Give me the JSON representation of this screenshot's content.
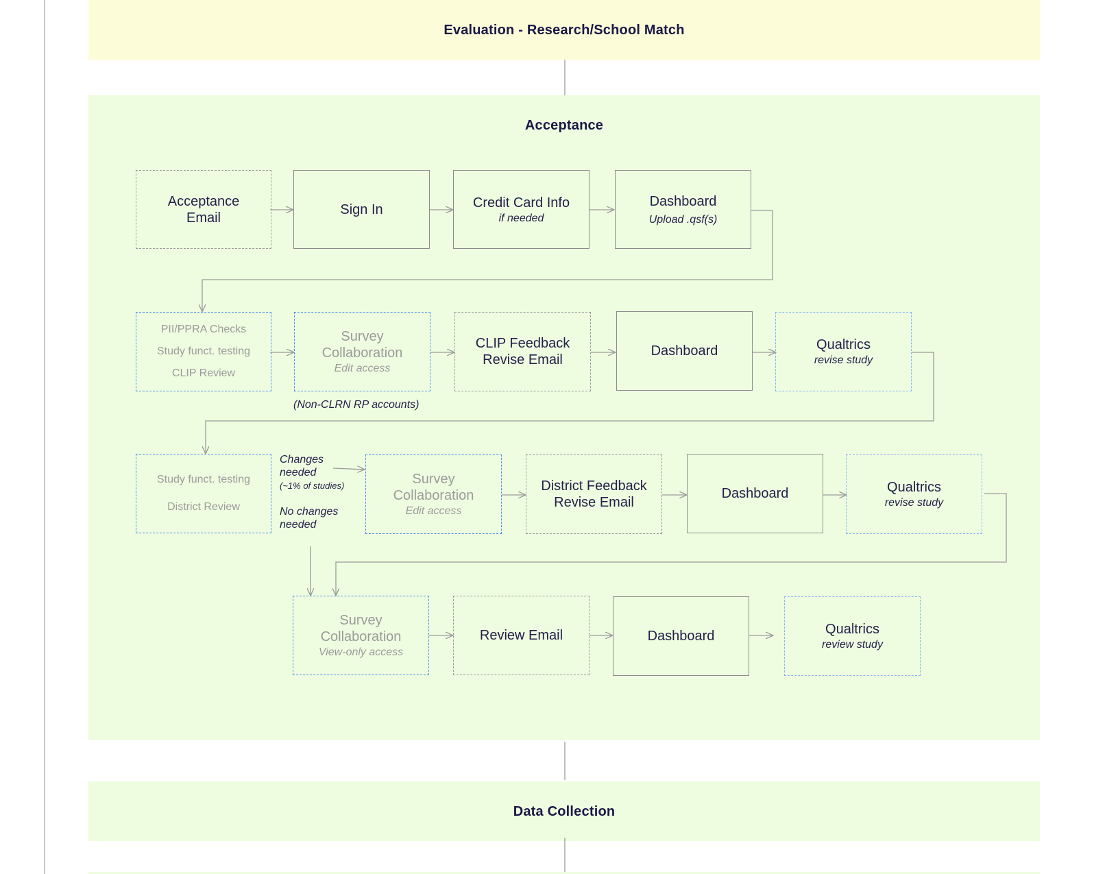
{
  "bands": {
    "evaluation": "Evaluation - Research/School Match",
    "acceptance": "Acceptance",
    "data_collection": "Data Collection"
  },
  "row1": {
    "acceptance_email": "Acceptance Email",
    "sign_in": "Sign In",
    "credit_card": "Credit Card Info",
    "credit_card_sub": "if needed",
    "dashboard": "Dashboard",
    "dashboard_sub": "Upload .qsf(s)"
  },
  "row2": {
    "checks_1": "PII/PPRA Checks",
    "checks_2": "Study funct. testing",
    "checks_3": "CLIP Review",
    "survey": "Survey Collaboration",
    "survey_sub": "Edit access",
    "survey_note": "(Non-CLRN RP accounts)",
    "clip_feedback": "CLIP Feedback Revise Email",
    "dashboard": "Dashboard",
    "qualtrics": "Qualtrics",
    "qualtrics_sub": "revise study"
  },
  "row3": {
    "testing_1": "Study funct. testing",
    "testing_2": "District Review",
    "changes_needed": "Changes needed",
    "changes_pct": "(~1% of studies)",
    "no_changes": "No changes needed",
    "survey": "Survey Collaboration",
    "survey_sub": "Edit access",
    "district_feedback": "District Feedback Revise Email",
    "dashboard": "Dashboard",
    "qualtrics": "Qualtrics",
    "qualtrics_sub": "revise study"
  },
  "row4": {
    "survey": "Survey Collaboration",
    "survey_sub": "View-only access",
    "review_email": "Review Email",
    "dashboard": "Dashboard",
    "qualtrics": "Qualtrics",
    "qualtrics_sub": "review study"
  },
  "colors": {
    "evaluation_band": "#fdfcd8",
    "acceptance_band": "#eefde0",
    "connector": "#9a9a9a",
    "dashed_blue": "#4d8ef0",
    "title_text": "#1a1846"
  }
}
